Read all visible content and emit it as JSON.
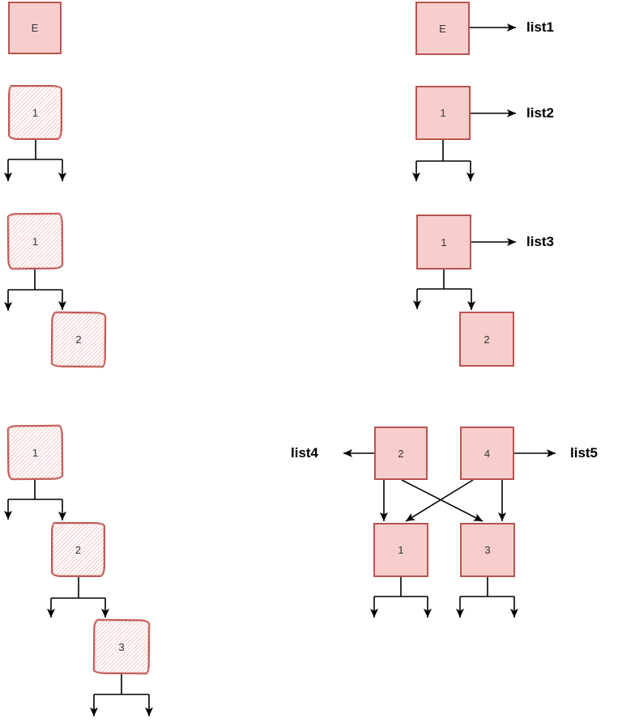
{
  "diagram": {
    "left_column": {
      "step1": {
        "node_e": "E"
      },
      "step2": {
        "node_1": "1"
      },
      "step3": {
        "node_1": "1",
        "node_2": "2"
      },
      "step4": {
        "node_1": "1",
        "node_2": "2",
        "node_3": "3"
      }
    },
    "right_column": {
      "step1": {
        "node_e": "E",
        "pointer_label": "list1"
      },
      "step2": {
        "node_1": "1",
        "pointer_label": "list2"
      },
      "step3": {
        "node_1": "1",
        "node_2": "2",
        "pointer_label": "list3"
      },
      "step4": {
        "node_2": "2",
        "node_4": "4",
        "node_1": "1",
        "node_3": "3",
        "left_pointer_label": "list4",
        "right_pointer_label": "list5"
      }
    },
    "colors": {
      "node_fill": "#f8cecc",
      "node_stroke": "#b85450",
      "sketch_stroke": "#c05a55",
      "sketch_hatch": "#e9a5a1",
      "connector": "#000000",
      "pointer_label_color": "#000000"
    }
  }
}
